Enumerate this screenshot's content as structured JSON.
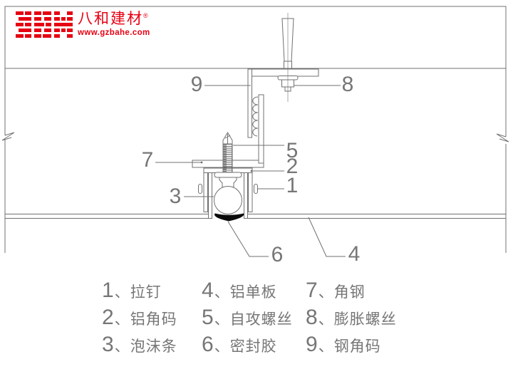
{
  "meta": {
    "background": "#ffffff",
    "line_color": "#707070",
    "accent_red": "#e60012",
    "sealant_color": "#0a0a0a",
    "text_gray": "#767676"
  },
  "logo": {
    "brand": "八和建材",
    "reg_mark": "®",
    "website": "www.gzbahe.com"
  },
  "callouts": [
    {
      "id": "1"
    },
    {
      "id": "2"
    },
    {
      "id": "3"
    },
    {
      "id": "4"
    },
    {
      "id": "5"
    },
    {
      "id": "6"
    },
    {
      "id": "7"
    },
    {
      "id": "8"
    },
    {
      "id": "9"
    }
  ],
  "legend": {
    "items": [
      {
        "num": "1",
        "sep": "、",
        "label": "拉钉"
      },
      {
        "num": "2",
        "sep": "、",
        "label": "铝角码"
      },
      {
        "num": "3",
        "sep": "、",
        "label": "泡沫条"
      },
      {
        "num": "4",
        "sep": "、",
        "label": "铝单板"
      },
      {
        "num": "5",
        "sep": "、",
        "label": "自攻螺丝"
      },
      {
        "num": "6",
        "sep": "、",
        "label": "密封胶"
      },
      {
        "num": "7",
        "sep": "、",
        "label": "角钢"
      },
      {
        "num": "8",
        "sep": "、",
        "label": "膨胀螺丝"
      },
      {
        "num": "9",
        "sep": "、",
        "label": "钢角码"
      }
    ]
  }
}
